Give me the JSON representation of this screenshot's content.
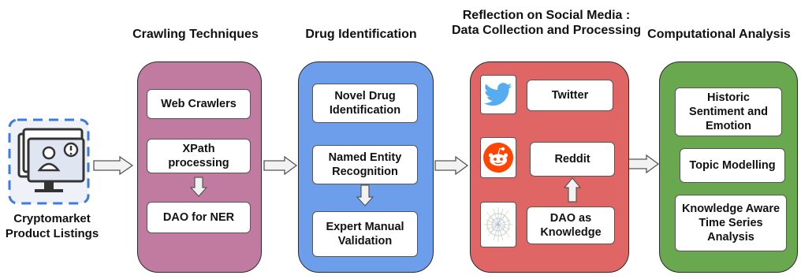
{
  "source": {
    "label": "Cryptomarket Product Listings",
    "icon": "computer-user-alert-icon"
  },
  "stages": [
    {
      "title": "Crawling Techniques",
      "color": "#c27ba0",
      "items": [
        "Web Crawlers",
        "XPath processing",
        "DAO for NER"
      ]
    },
    {
      "title": "Drug Identification",
      "color": "#6d9eeb",
      "items": [
        "Novel Drug Identification",
        "Named Entity Recognition",
        "Expert Manual Validation"
      ]
    },
    {
      "title": "Reflection on Social Media : Data Collection and Processing",
      "color": "#e06666",
      "items": [
        "Twitter",
        "Reddit",
        "DAO as Knowledge"
      ],
      "icons": [
        "twitter-bird-icon",
        "reddit-alien-icon",
        "knowledge-graph-icon"
      ]
    },
    {
      "title": "Computational Analysis",
      "color": "#6aa84f",
      "items": [
        "Historic Sentiment and Emotion",
        "Topic Modelling",
        "Knowledge Aware Time Series Analysis"
      ]
    }
  ]
}
